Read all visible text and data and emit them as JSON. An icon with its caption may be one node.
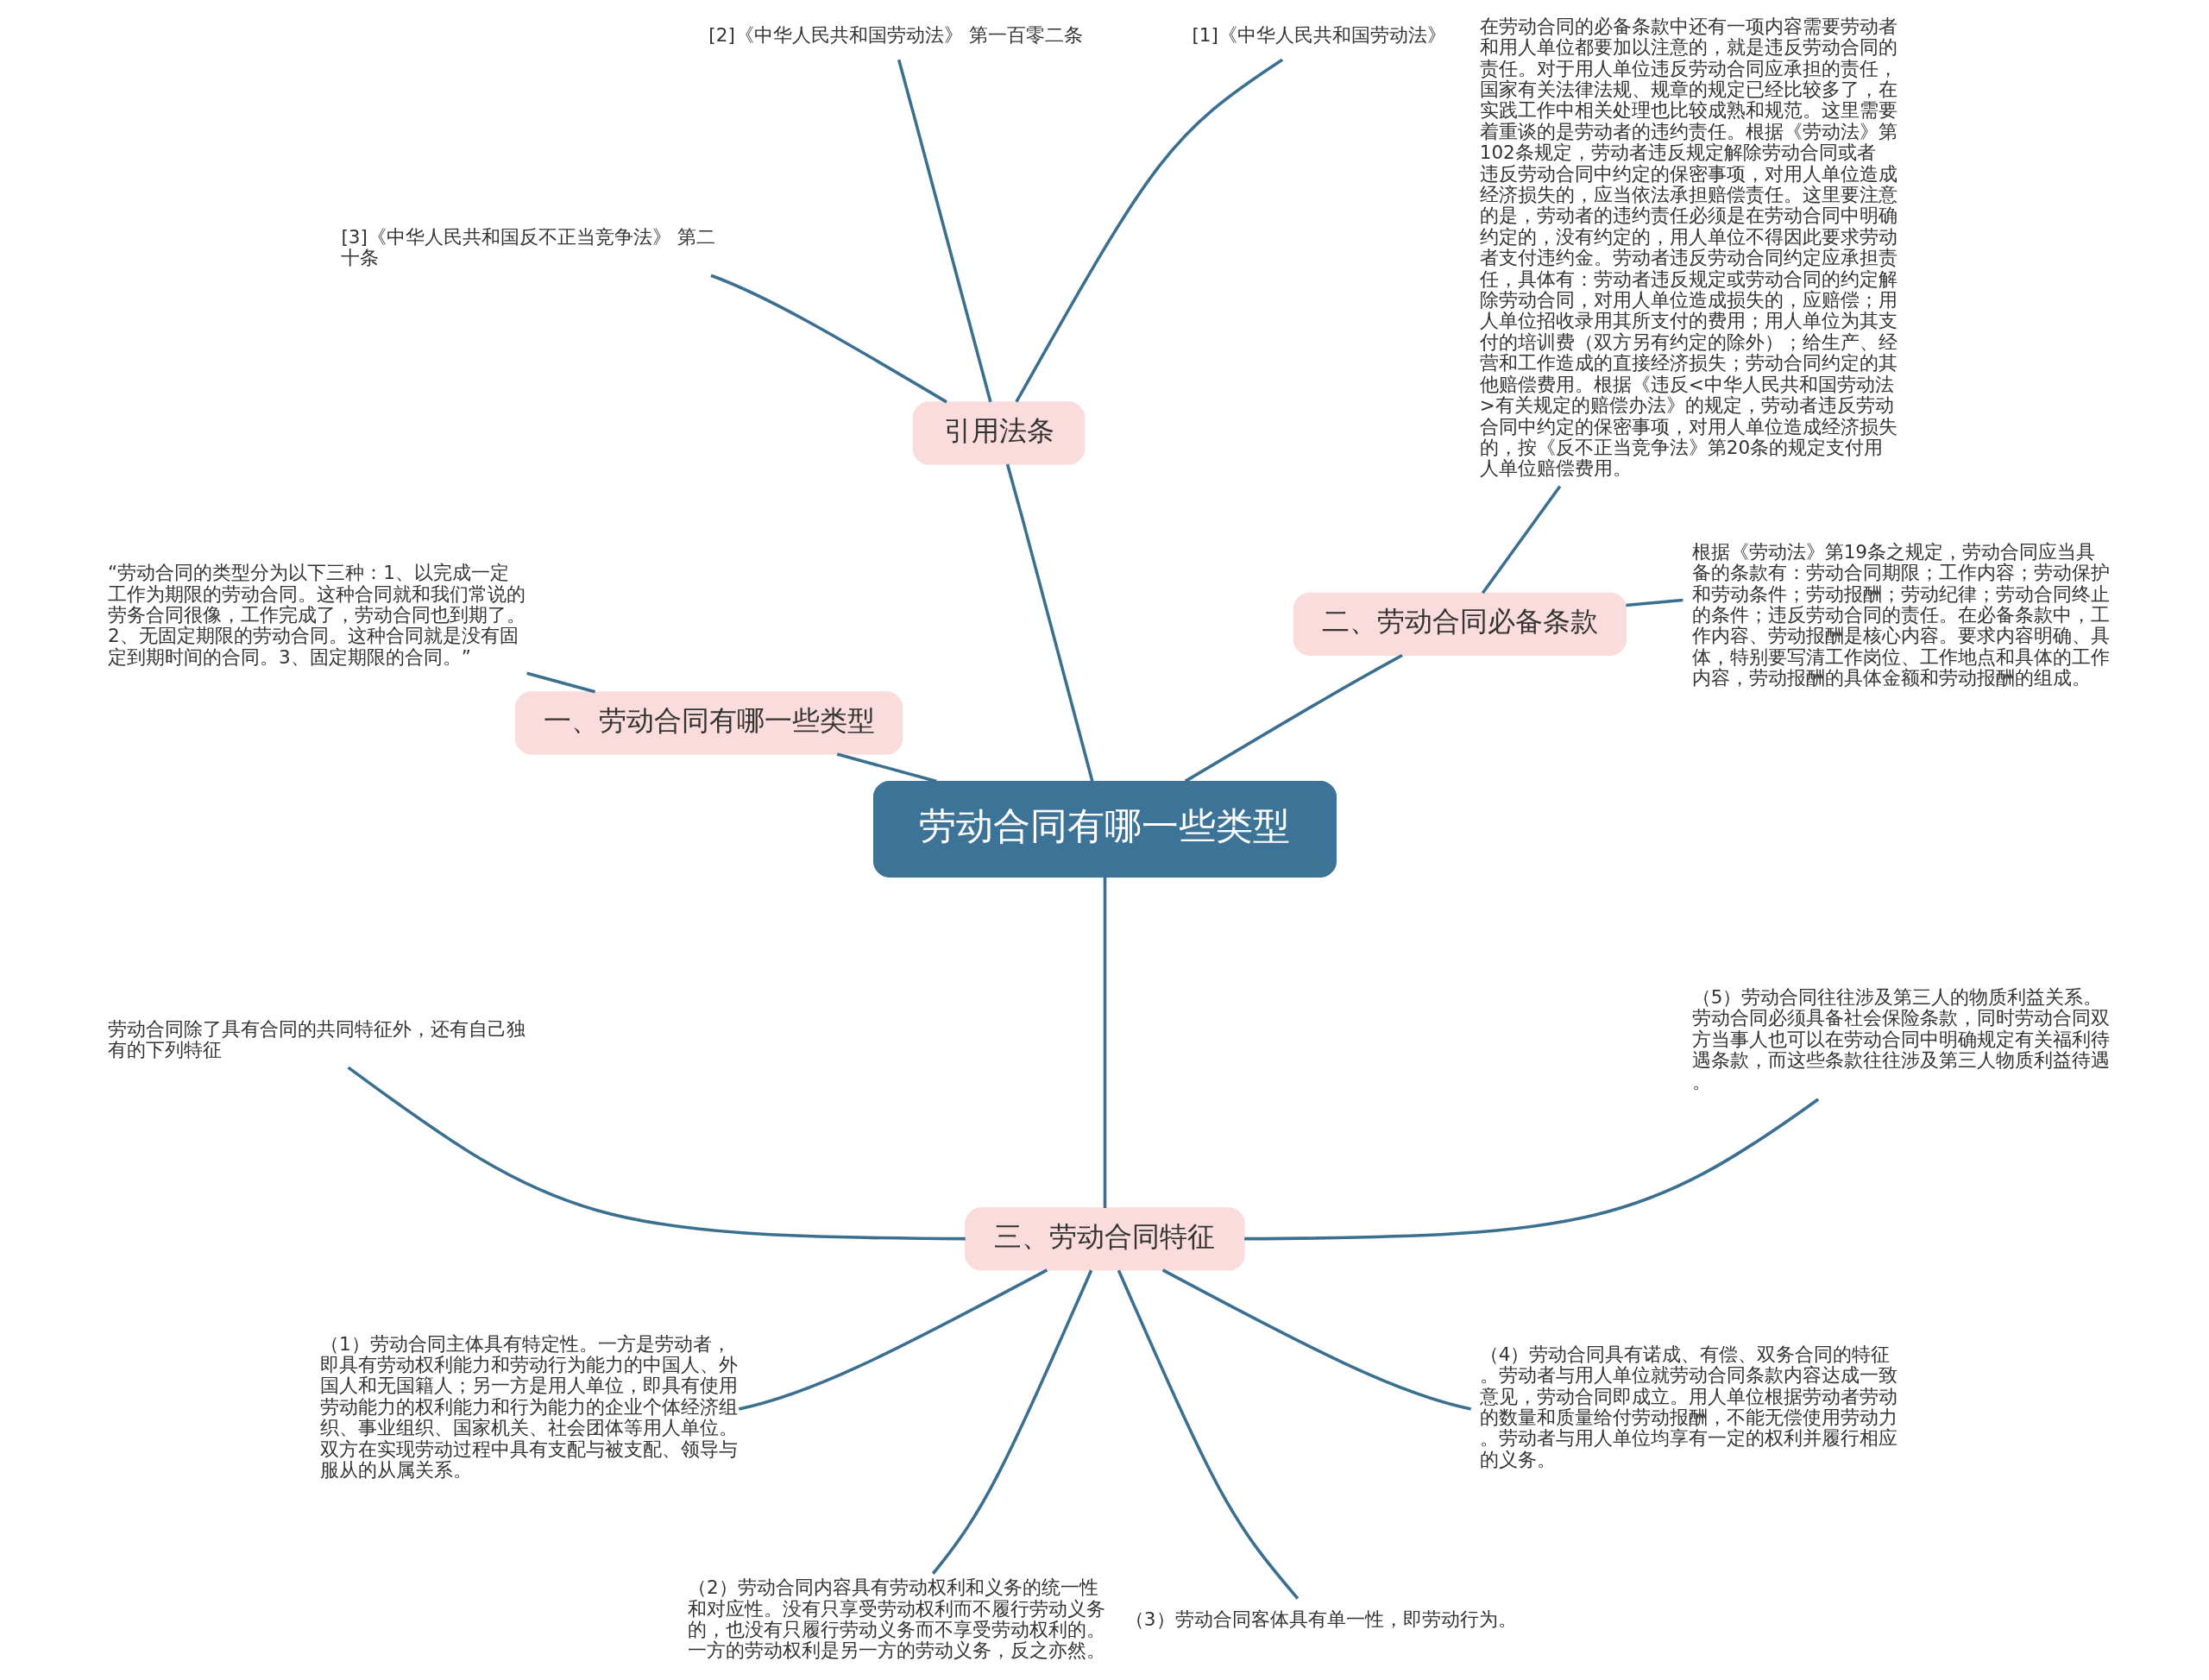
{
  "diagram": {
    "nodes": [
      {
        "text": [
          "劳动合同有哪一些类型"
        ]
      },
      {
        "text": [
          "二、劳动合同必备条款"
        ]
      },
      {
        "text": [
          "根据《劳动法》第19条之规定，劳动合同应当具备的条款有：劳动合同期限；工作内容；劳动保护和劳动条件；劳动报酬；劳动纪律；劳动合同终止的条件；违反劳动合同的责任。在必备条款中，工作内容、劳动报酬是核心内容。要求内容明确、具体，特别要写清工作岗位、工作地点和具体的工作内容，劳动报酬的具体金额和劳动报酬的组成。"
        ]
      },
      {
        "text": [
          "在劳动合同的必备条款中还有一项内容需要劳动者和用人单位都要加以注意的，就是违反劳动合同的责任。对于用人单位违反劳动合同应承担的责任，国家有关法律法规、规章的规定已经比较多了，在实践工作中相关处理也比较成熟和规范。这里需要着重谈的是劳动者的违约责任。根据《劳动法》第102条规定，劳动者违反规定解除劳动合同或者违反劳动合同中约定的保密事项，对用人单位造成经济损失的，应当依法承担赔偿责任。这里要注意的是，劳动者的违约责任必须是在劳动合同中明确约定的，没有约定的，用人单位不得因此要求劳动者支付违约金。劳动者违反劳动合同约定应承担责任，具体有：劳动者违反规定或劳动合同的约定解除劳动合同，对用人单位造成损失的，应赔偿；用人单位招收录用其所支付的费用；用人单位为其支付的培训费（双方另有约定的除外）；给生产、经营和工作造成的直接经济损失；劳动合同约定的其他赔偿费用。根据《违反<中华人民共和国劳动法>有关规定的赔偿办法》的规定，劳动者违反劳动合同中约定的保密事项，对用人单位造成经济损失的，按《反不正当竞争法》第20条的规定支付用人单位赔偿费用。"
        ]
      },
      {
        "text": [
          "引用法条"
        ]
      },
      {
        "text": [
          "[1]《中华人民共和国劳动法》"
        ]
      },
      {
        "text": [
          "[2]《中华人民共和国劳动法》 第一百零二条"
        ]
      },
      {
        "text": [
          "[3]《中华人民共和国反不正当竞争法》 第二十条"
        ]
      },
      {
        "text": [
          "一、劳动合同有哪一些类型"
        ]
      },
      {
        "text": [
          "“劳动合同的类型分为以下三种：1、以完成一定工作为期限的劳动合同。这种合同就和我们常说的劳务合同很像，工作完成了，劳动合同也到期了。2、无固定期限的劳动合同。这种合同就是没有固定到期时间的合同。3、固定期限的合同。”"
        ]
      },
      {
        "text": [
          "三、劳动合同特征"
        ]
      },
      {
        "text": [
          "劳动合同除了具有合同的共同特征外，还有自己独有的下列特征"
        ]
      },
      {
        "text": [
          "（1）劳动合同主体具有特定性。一方是劳动者，即具有劳动权利能力和劳动行为能力的中国人、外国人和无国籍人；另一方是用人单位，即具有使用劳动能力的权利能力和行为能力的企业个体经济组织、事业组织、国家机关、社会团体等用人单位。双方在实现劳动过程中具有支配与被支配、领导与服从的从属关系。"
        ]
      },
      {
        "text": [
          "（2）劳动合同内容具有劳动权利和义务的统一性和对应性。没有只享受劳动权利而不履行劳动义务的，也没有只履行劳动义务而不享受劳动权利的。一方的劳动权利是另一方的劳动义务，反之亦然。"
        ]
      },
      {
        "text": [
          "（3）劳动合同客体具有单一性，即劳动行为。"
        ]
      },
      {
        "text": [
          "（4）劳动合同具有诺成、有偿、双务合同的特征。劳动者与用人单位就劳动合同条款内容达成一致意见，劳动合同即成立。用人单位根据劳动者劳动的数量和质量给付劳动报酬，不能无偿使用劳动力。劳动者与用人单位均享有一定的权利并履行相应的义务。"
        ]
      },
      {
        "text": [
          "（5）劳动合同往往涉及第三人的物质利益关系。劳动合同必须具备社会保险条款，同时劳动合同双方当事人也可以在劳动合同中明确规定有关福利待遇条款，而这些条款往往涉及第三人物质利益待遇。"
        ]
      }
    ],
    "edges": [
      {
        "from": 0,
        "to": 1,
        "arrow": "none"
      },
      {
        "from": 1,
        "to": 2,
        "arrow": "none"
      },
      {
        "from": 1,
        "to": 3,
        "arrow": "none"
      },
      {
        "from": 0,
        "to": 4,
        "arrow": "none"
      },
      {
        "from": 4,
        "to": 5,
        "arrow": "none"
      },
      {
        "from": 4,
        "to": 6,
        "arrow": "none"
      },
      {
        "from": 4,
        "to": 7,
        "arrow": "none"
      },
      {
        "from": 0,
        "to": 8,
        "arrow": "none"
      },
      {
        "from": 8,
        "to": 9,
        "arrow": "none"
      },
      {
        "from": 0,
        "to": 10,
        "arrow": "none"
      },
      {
        "from": 10,
        "to": 11,
        "arrow": "none"
      },
      {
        "from": 10,
        "to": 12,
        "arrow": "none"
      },
      {
        "from": 10,
        "to": 13,
        "arrow": "none"
      },
      {
        "from": 10,
        "to": 14,
        "arrow": "none"
      },
      {
        "from": 10,
        "to": 15,
        "arrow": "none"
      },
      {
        "from": 10,
        "to": 16,
        "arrow": "none"
      }
    ]
  }
}
